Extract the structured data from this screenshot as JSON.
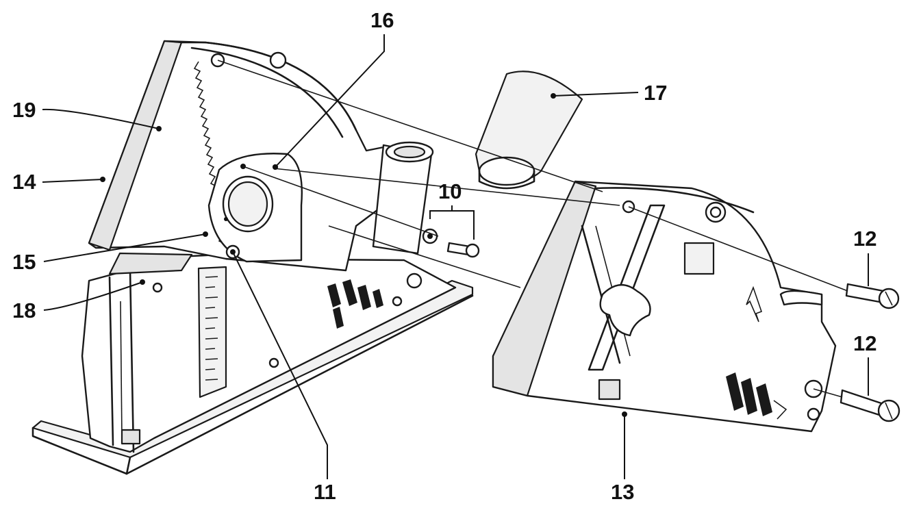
{
  "callouts": {
    "c10": "10",
    "c11": "11",
    "c12a": "12",
    "c12b": "12",
    "c13": "13",
    "c14": "14",
    "c15": "15",
    "c16": "16",
    "c17": "17",
    "c18": "18",
    "c19": "19"
  },
  "colors": {
    "ink": "#1a1a1a",
    "paper": "#ffffff",
    "shade": "#e4e4e4"
  }
}
